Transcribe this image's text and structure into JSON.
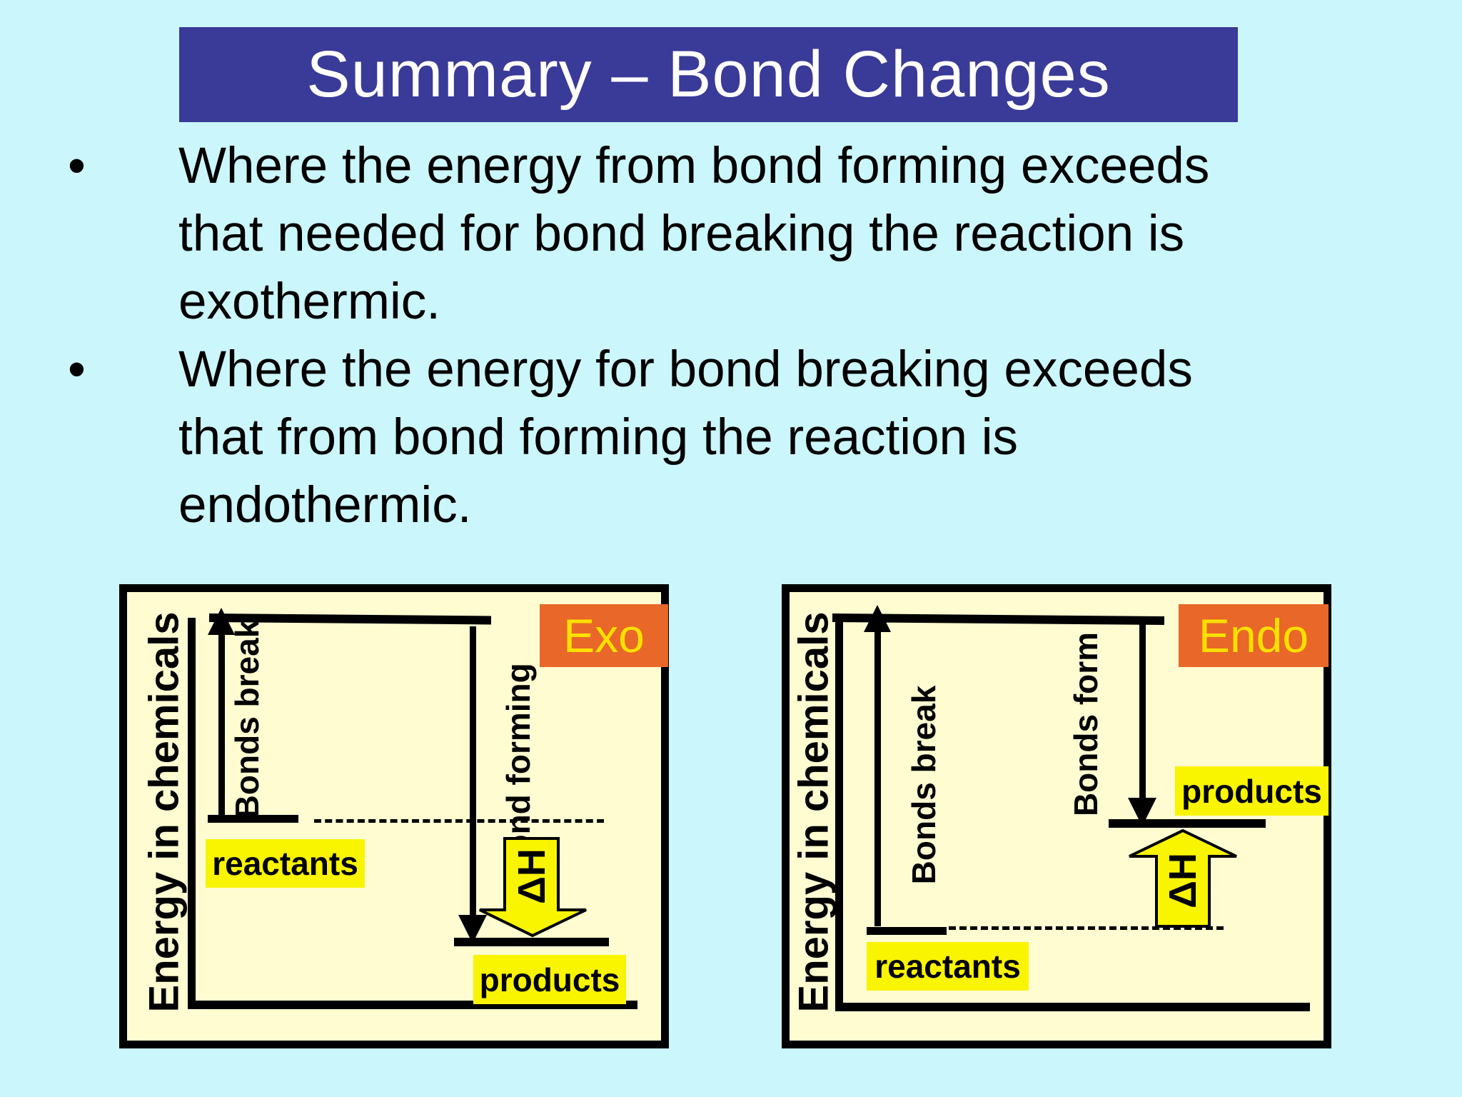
{
  "title": "Summary – Bond Changes",
  "bullet_marker": "•",
  "bullets": [
    {
      "lines": [
        "Where the energy from bond forming exceeds",
        "that needed for bond breaking the reaction is",
        "exothermic."
      ]
    },
    {
      "lines": [
        "Where the energy for bond breaking exceeds",
        "that from bond forming the reaction is",
        "endothermic."
      ]
    }
  ],
  "diagrams": {
    "exo": {
      "tag": "Exo",
      "axis_label": "Energy in chemicals",
      "bond_break_label": "Bonds break",
      "bond_form_label": "Bond forming",
      "reactants_label": "reactants",
      "products_label": "products",
      "delta_h_label": "ΔH"
    },
    "endo": {
      "tag": "Endo",
      "axis_label": "Energy in chemicals",
      "bond_break_label": "Bonds break",
      "bond_form_label": "Bonds form",
      "reactants_label": "reactants",
      "products_label": "products",
      "delta_h_label": "ΔH"
    }
  },
  "colors": {
    "background": "#CBF6FB",
    "title_bar": "#3A3A99",
    "title_text": "#FFFFFF",
    "body_text": "#000000",
    "diagram_background": "#FFFCD1",
    "diagram_border": "#000000",
    "highlight_yellow": "#F9F400",
    "tag_background": "#E96728",
    "tag_text": "#FFE000"
  }
}
